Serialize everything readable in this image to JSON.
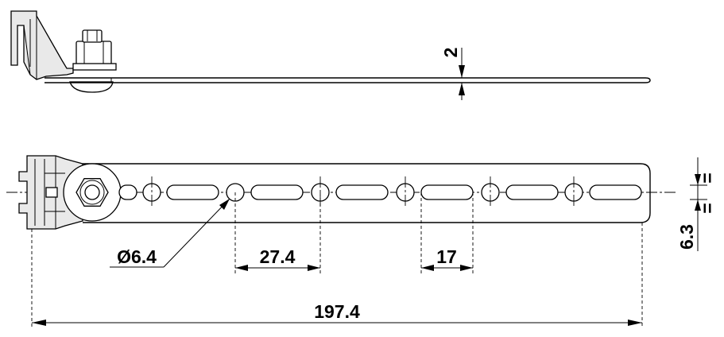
{
  "dimensions": {
    "thickness": "2",
    "hole_diameter": "Ø6.4",
    "pitch": "27.4",
    "slot_length": "17",
    "total_length": "197.4",
    "width": "6.3",
    "equal_top": "=",
    "equal_bottom": "="
  }
}
